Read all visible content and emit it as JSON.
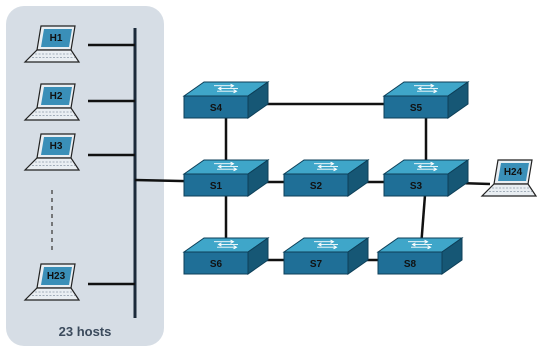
{
  "group": {
    "caption": "23 hosts",
    "background": "#d6dde5"
  },
  "colors": {
    "switch_top": "#3fa6c9",
    "switch_front": "#1f6f97",
    "switch_side": "#165775",
    "laptop_screen": "#3a8fb8",
    "laptop_body": "#e9eef2",
    "link": "#111111",
    "bus": "#1c2a3a"
  },
  "hosts": [
    {
      "id": "h1",
      "label": "H1"
    },
    {
      "id": "h2",
      "label": "H2"
    },
    {
      "id": "h3",
      "label": "H3"
    },
    {
      "id": "h23",
      "label": "H23"
    },
    {
      "id": "h24",
      "label": "H24"
    }
  ],
  "switches": [
    {
      "id": "s1",
      "label": "S1"
    },
    {
      "id": "s2",
      "label": "S2"
    },
    {
      "id": "s3",
      "label": "S3"
    },
    {
      "id": "s4",
      "label": "S4"
    },
    {
      "id": "s5",
      "label": "S5"
    },
    {
      "id": "s6",
      "label": "S6"
    },
    {
      "id": "s7",
      "label": "S7"
    },
    {
      "id": "s8",
      "label": "S8"
    }
  ],
  "links": [
    [
      "s4",
      "s5"
    ],
    [
      "s4",
      "s1"
    ],
    [
      "s5",
      "s3"
    ],
    [
      "s1",
      "s2"
    ],
    [
      "s2",
      "s3"
    ],
    [
      "s1",
      "s6"
    ],
    [
      "s3",
      "s8"
    ],
    [
      "s6",
      "s7"
    ],
    [
      "s7",
      "s8"
    ],
    [
      "s3",
      "h24"
    ],
    [
      "s1",
      "bus"
    ]
  ]
}
